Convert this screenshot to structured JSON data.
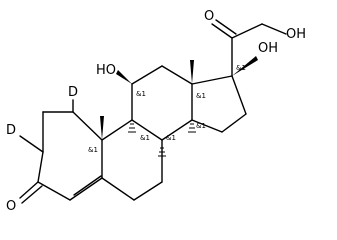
{
  "molecule": {
    "atom_labels": {
      "oxygen_keto_a": "O",
      "oxygen_hydroxy_methyl": "OH",
      "oxygen_hydroxy_17": "OH",
      "oxygen_hydroxy_11": "HO",
      "oxygen_keto_3": "O",
      "deuterium_1": "D",
      "deuterium_2": "D"
    },
    "stereo_label": "&1"
  }
}
